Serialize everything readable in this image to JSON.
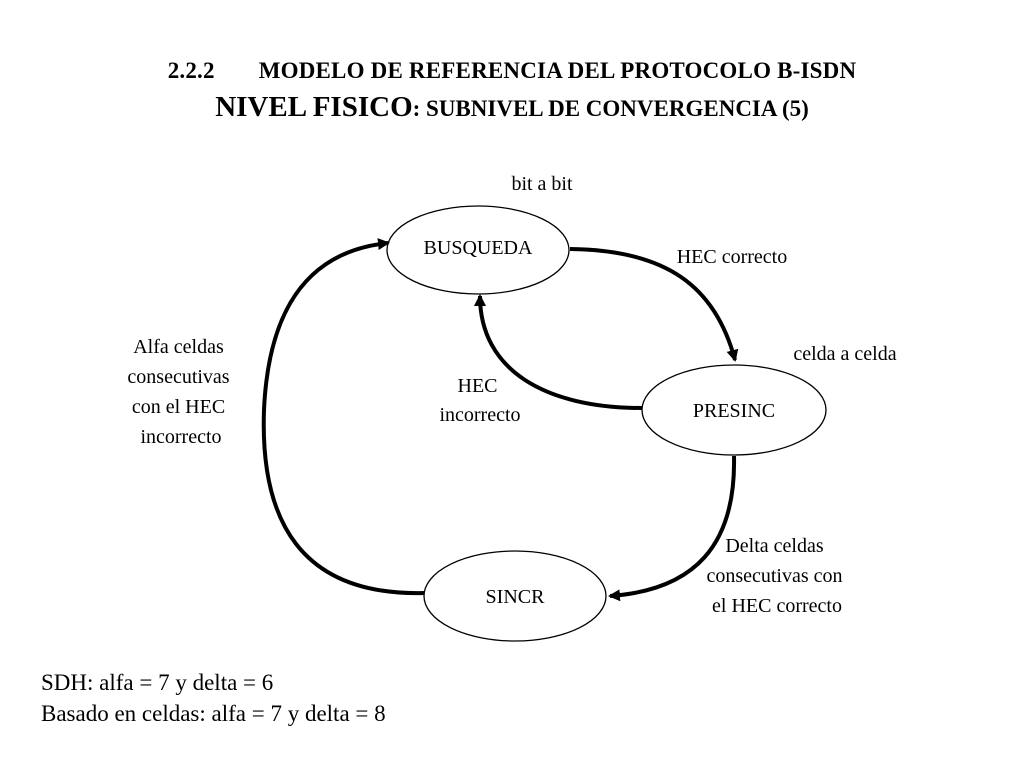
{
  "header": {
    "number": "2.2.2",
    "title": "MODELO DE REFERENCIA DEL PROTOCOLO B-ISDN",
    "subtitle_main": "NIVEL FISICO",
    "subtitle_rest": ": SUBNIVEL DE CONVERGENCIA (5)"
  },
  "states": {
    "busqueda": "BUSQUEDA",
    "presinc": "PRESINC",
    "sincr": "SINCR"
  },
  "annotations": {
    "bit_a_bit": "bit a bit",
    "celda_a_celda": "celda a celda"
  },
  "transitions": {
    "hec_correcto": "HEC correcto",
    "hec_incorrecto": [
      "HEC",
      "incorrecto"
    ],
    "delta": [
      "Delta celdas",
      "consecutivas con",
      "el HEC correcto"
    ],
    "alfa": [
      "Alfa celdas",
      "consecutivas",
      "con el HEC",
      "incorrecto"
    ]
  },
  "notes": {
    "sdh": "SDH: alfa = 7 y delta = 6",
    "celdas": "Basado en celdas: alfa = 7 y delta = 8"
  },
  "colors": {
    "line": "#000000",
    "background": "#ffffff"
  }
}
